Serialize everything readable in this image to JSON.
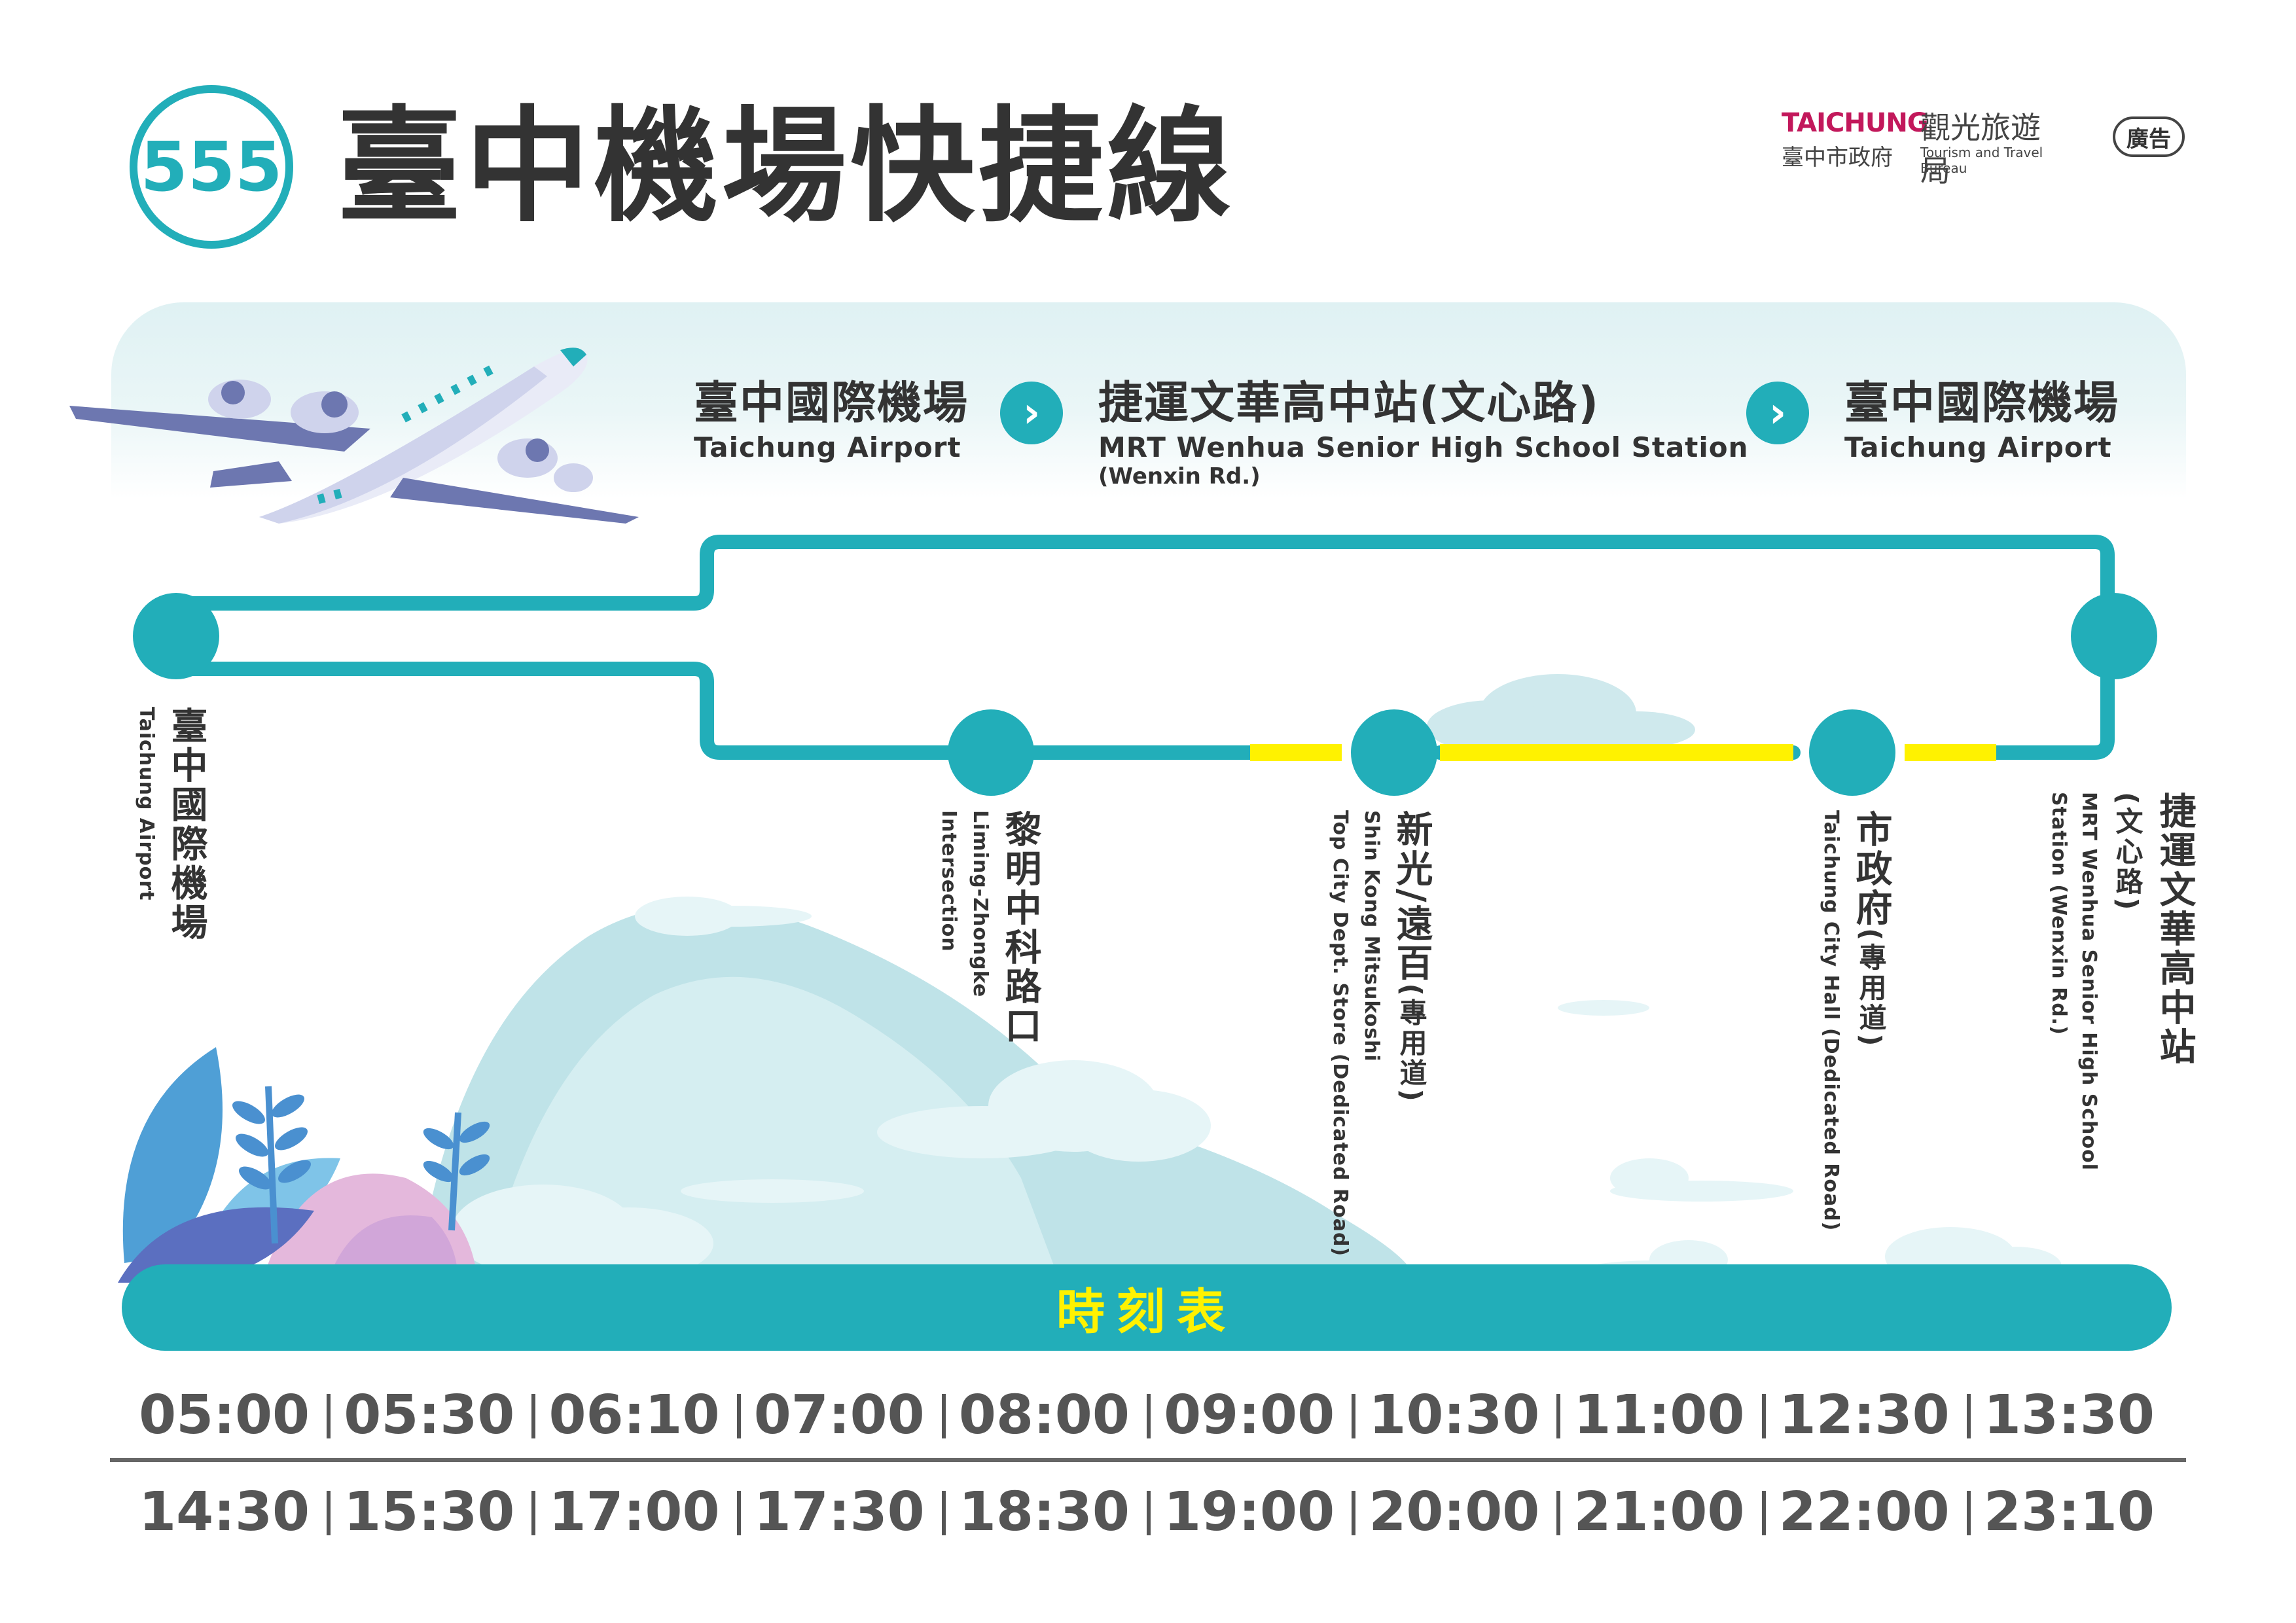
{
  "header": {
    "route_number": "555",
    "title": "臺中機場快捷線",
    "logo": {
      "brand": "TAICHUNG",
      "bureau_zh": "觀光旅遊局",
      "gov": "臺中市政府",
      "bureau_en": "Tourism and Travel Bureau"
    },
    "ad_badge": "廣告"
  },
  "direction": [
    {
      "zh": "臺中國際機場",
      "en": "Taichung Airport"
    },
    {
      "zh": "捷運文華高中站(文心路)",
      "en": "MRT Wenhua Senior High School Station",
      "sub": "(Wenxin Rd.)"
    },
    {
      "zh": "臺中國際機場",
      "en": "Taichung Airport"
    }
  ],
  "direction_arrow": "›",
  "stops": [
    {
      "zh": "臺中國際機場",
      "en": "Taichung Airport"
    },
    {
      "zh": "黎明中科路口",
      "en1": "Liming-Zhongke",
      "en2": "Intersection"
    },
    {
      "zh": "新光/遠百",
      "zh_small": "(專用道)",
      "en1": "Shin Kong Mitsukoshi",
      "en2": "Top City Dept. Store (Dedicated Road)"
    },
    {
      "zh": "市政府",
      "zh_small": "(專用道)",
      "en1": "Taichung City Hall (Dedicated Road)"
    },
    {
      "zh": "捷運文華高中站",
      "zh_pre": "(文心路)",
      "en1": "MRT Wenhua Senior High School",
      "en2": "Station (Wenxin Rd.)"
    }
  ],
  "colors": {
    "route": "#22aeb9",
    "dedicated_lane": "#fff200",
    "title_text": "#333333"
  },
  "timetable": {
    "title": "時刻表",
    "row1": [
      "05:00",
      "05:30",
      "06:10",
      "07:00",
      "08:00",
      "09:00",
      "10:30",
      "11:00",
      "12:30",
      "13:30"
    ],
    "row2": [
      "14:30",
      "15:30",
      "17:00",
      "17:30",
      "18:30",
      "19:00",
      "20:00",
      "21:00",
      "22:00",
      "23:10"
    ]
  }
}
